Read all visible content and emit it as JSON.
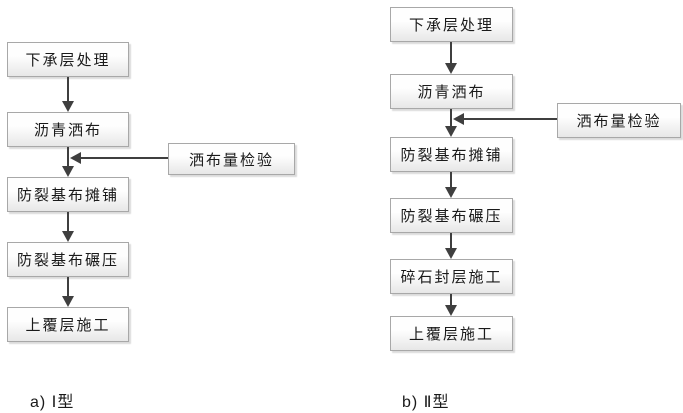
{
  "diagram": {
    "description": "Two vertical construction-process flowcharts",
    "colors": {
      "line": "#3f3f3f",
      "box_border": "#a8a8a8",
      "box_fill_top": "#fefefe",
      "box_fill_bottom": "#e7e7e7",
      "text": "#1a1a1a",
      "background": "#ffffff"
    },
    "flowcharts": [
      {
        "caption": "a) Ⅰ型",
        "steps": [
          "下承层处理",
          "沥青洒布",
          "防裂基布摊铺",
          "防裂基布碾压",
          "上覆层施工"
        ],
        "side_check": {
          "label": "洒布量检验",
          "arrow_points_to": "connector between 沥青洒布 and 防裂基布摊铺"
        }
      },
      {
        "caption": "b) Ⅱ型",
        "steps": [
          "下承层处理",
          "沥青洒布",
          "防裂基布摊铺",
          "防裂基布碾压",
          "碎石封层施工",
          "上覆层施工"
        ],
        "side_check": {
          "label": "洒布量检验",
          "arrow_points_to": "connector between 沥青洒布 and 防裂基布摊铺"
        }
      }
    ]
  }
}
